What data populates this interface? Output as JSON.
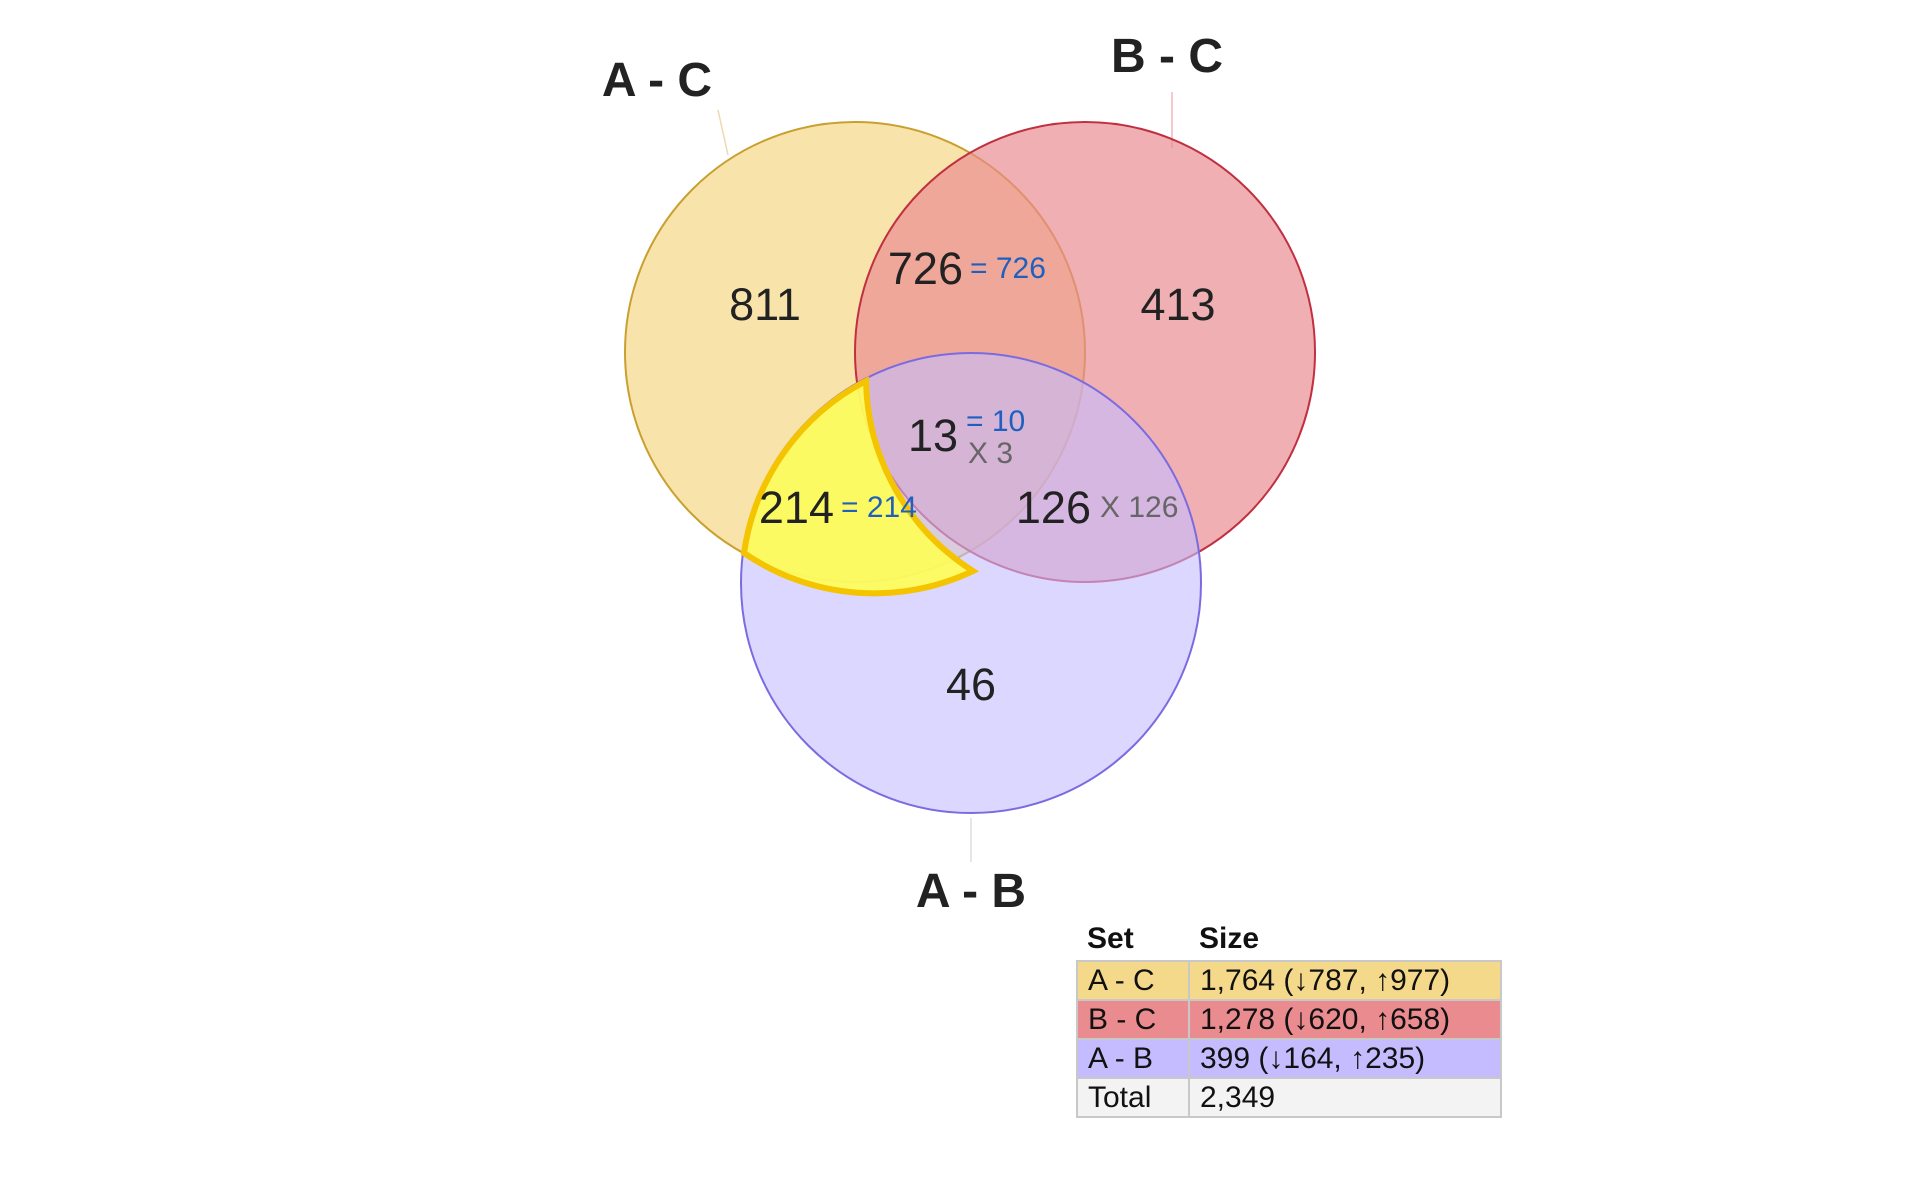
{
  "sets": [
    {
      "key": "ac",
      "label": "A - C",
      "fill": "#f5d98b",
      "stroke": "#c9a030",
      "legend_color": "#f5d98b"
    },
    {
      "key": "bc",
      "label": "B - C",
      "fill": "#e98b8f",
      "stroke": "#c03040",
      "legend_color": "#e98b8f"
    },
    {
      "key": "ab",
      "label": "A - B",
      "fill": "#c4bcff",
      "stroke": "#7b6be0",
      "legend_color": "#c4bcff"
    }
  ],
  "regions": {
    "ac_only": "811",
    "bc_only": "413",
    "ab_only": "46",
    "ac_bc": "726",
    "ac_bc_eq": "= 726",
    "center": "13",
    "center_eq": "= 10",
    "center_x": "X 3",
    "ac_ab": "214",
    "ac_ab_eq": "= 214",
    "bc_ab": "126",
    "bc_ab_x": "X 126"
  },
  "highlight_color": "#ffff55",
  "legend": {
    "header_set": "Set",
    "header_size": "Size",
    "rows": [
      {
        "set": "A - C",
        "size": "1,764 (↓787, ↑977)",
        "color": "#f5d98b"
      },
      {
        "set": "B - C",
        "size": "1,278 (↓620, ↑658)",
        "color": "#e98b8f"
      },
      {
        "set": "A - B",
        "size": "399 (↓164, ↑235)",
        "color": "#c4bcff"
      },
      {
        "set": "Total",
        "size": "2,349",
        "color": "#f3f3f3"
      }
    ]
  }
}
